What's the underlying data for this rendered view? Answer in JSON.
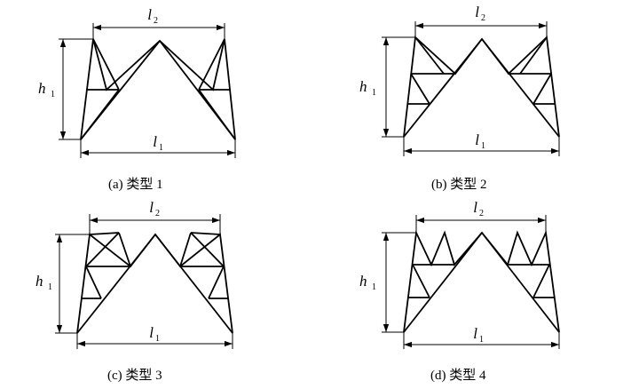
{
  "panels": [
    {
      "id": "type1",
      "caption": "(a) 类型 1",
      "labels": {
        "top_span": "l",
        "top_sub": "2",
        "bottom_span": "l",
        "bottom_sub": "1",
        "height": "h",
        "height_sub": "1"
      }
    },
    {
      "id": "type2",
      "caption": "(b) 类型 2",
      "labels": {
        "top_span": "l",
        "top_sub": "2",
        "bottom_span": "l",
        "bottom_sub": "1",
        "height": "h",
        "height_sub": "1"
      }
    },
    {
      "id": "type3",
      "caption": "(c) 类型 3",
      "labels": {
        "top_span": "l",
        "top_sub": "2",
        "bottom_span": "l",
        "bottom_sub": "1",
        "height": "h",
        "height_sub": "1"
      }
    },
    {
      "id": "type4",
      "caption": "(d) 类型 4",
      "labels": {
        "top_span": "l",
        "top_sub": "2",
        "bottom_span": "l",
        "bottom_sub": "1",
        "height": "h",
        "height_sub": "1"
      }
    }
  ],
  "colors": {
    "stroke": "#000000",
    "background": "#ffffff"
  }
}
